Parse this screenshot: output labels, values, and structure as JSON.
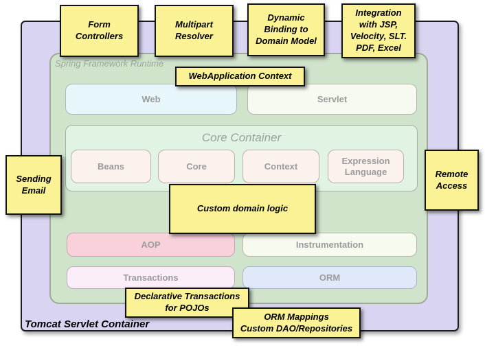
{
  "containers": {
    "outer_label": "Tomcat Servlet Container",
    "runtime_label": "Spring Framework Runtime",
    "core_title": "Core Container"
  },
  "modules": {
    "web": "Web",
    "servlet": "Servlet",
    "beans": "Beans",
    "core": "Core",
    "context": "Context",
    "expression_language": "Expression\nLanguage",
    "aop": "AOP",
    "instrumentation": "Instrumentation",
    "transactions": "Transactions",
    "orm": "ORM"
  },
  "notes": [
    {
      "id": "form-controllers",
      "label": "Form\nControllers"
    },
    {
      "id": "multipart-resolver",
      "label": "Multipart\nResolver"
    },
    {
      "id": "dynamic-binding",
      "label": "Dynamic\nBinding to\nDomain Model"
    },
    {
      "id": "integration-views",
      "label": "Integration\nwith JSP,\nVelocity, SLT.\nPDF, Excel"
    },
    {
      "id": "webapplication-context",
      "label": "WebApplication Context"
    },
    {
      "id": "sending-email",
      "label": "Sending\nEmail"
    },
    {
      "id": "remote-access",
      "label": "Remote\nAccess"
    },
    {
      "id": "custom-domain-logic",
      "label": "Custom domain logic"
    },
    {
      "id": "declarative-transactions",
      "label": "Declarative Transactions\nfor POJOs"
    },
    {
      "id": "orm-mappings",
      "label": "ORM Mappings\nCustom DAO/Repositories"
    }
  ],
  "colors": {
    "sticky_yellow": "#faf295",
    "container_purple": "#d9d4f1",
    "runtime_green": "#d0e3cb",
    "core_mint": "#e1f3e3",
    "web_cyan": "#e7f6fb",
    "aop_pink": "#f8d1db",
    "orm_blue": "#e0e9f8",
    "module_text_gray": "#9b9b9b"
  }
}
